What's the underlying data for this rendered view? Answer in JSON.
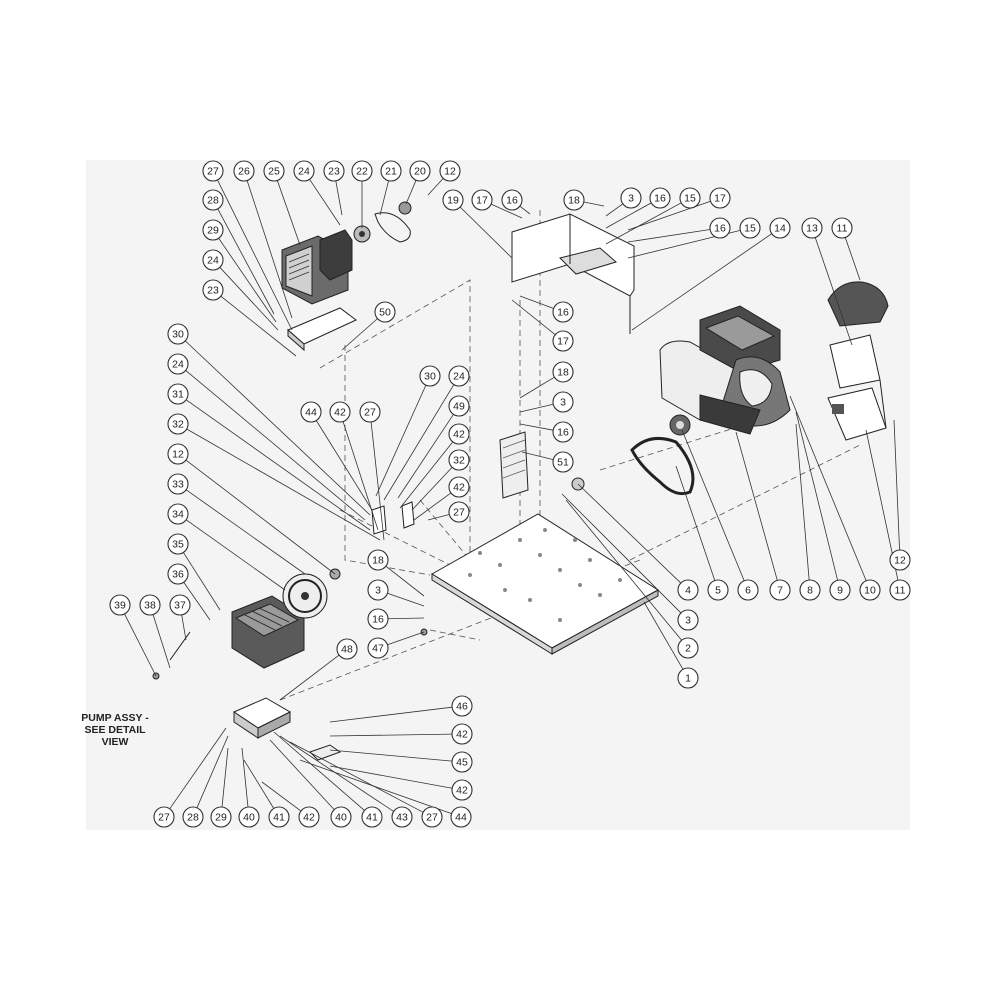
{
  "diagram": {
    "note_lines": [
      "PUMP ASSY -",
      "SEE DETAIL",
      "VIEW"
    ],
    "callouts": [
      {
        "id": "c-27-top",
        "label": "27"
      },
      {
        "id": "c-26",
        "label": "26"
      },
      {
        "id": "c-25",
        "label": "25"
      },
      {
        "id": "c-24-top",
        "label": "24"
      },
      {
        "id": "c-23-top",
        "label": "23"
      },
      {
        "id": "c-22",
        "label": "22"
      },
      {
        "id": "c-21",
        "label": "21"
      },
      {
        "id": "c-20",
        "label": "20"
      },
      {
        "id": "c-12-top",
        "label": "12"
      },
      {
        "id": "c-28-top",
        "label": "28"
      },
      {
        "id": "c-29-top",
        "label": "29"
      },
      {
        "id": "c-24-left",
        "label": "24"
      },
      {
        "id": "c-23-left",
        "label": "23"
      },
      {
        "id": "c-50",
        "label": "50"
      },
      {
        "id": "c-19",
        "label": "19"
      },
      {
        "id": "c-17-a",
        "label": "17"
      },
      {
        "id": "c-16-a",
        "label": "16"
      },
      {
        "id": "c-18-a",
        "label": "18"
      },
      {
        "id": "c-3-a",
        "label": "3"
      },
      {
        "id": "c-16-b",
        "label": "16"
      },
      {
        "id": "c-15-a",
        "label": "15"
      },
      {
        "id": "c-17-b",
        "label": "17"
      },
      {
        "id": "c-16-c",
        "label": "16"
      },
      {
        "id": "c-15-b",
        "label": "15"
      },
      {
        "id": "c-14",
        "label": "14"
      },
      {
        "id": "c-13",
        "label": "13"
      },
      {
        "id": "c-11-top",
        "label": "11"
      },
      {
        "id": "c-16-d",
        "label": "16"
      },
      {
        "id": "c-17-c",
        "label": "17"
      },
      {
        "id": "c-30-a",
        "label": "30"
      },
      {
        "id": "c-24-b",
        "label": "24"
      },
      {
        "id": "c-31",
        "label": "31"
      },
      {
        "id": "c-32-a",
        "label": "32"
      },
      {
        "id": "c-12-mid",
        "label": "12"
      },
      {
        "id": "c-33",
        "label": "33"
      },
      {
        "id": "c-34",
        "label": "34"
      },
      {
        "id": "c-35",
        "label": "35"
      },
      {
        "id": "c-36",
        "label": "36"
      },
      {
        "id": "c-39",
        "label": "39"
      },
      {
        "id": "c-38",
        "label": "38"
      },
      {
        "id": "c-37",
        "label": "37"
      },
      {
        "id": "c-44-a",
        "label": "44"
      },
      {
        "id": "c-42-a",
        "label": "42"
      },
      {
        "id": "c-27-mid",
        "label": "27"
      },
      {
        "id": "c-30-b",
        "label": "30"
      },
      {
        "id": "c-24-c",
        "label": "24"
      },
      {
        "id": "c-49",
        "label": "49"
      },
      {
        "id": "c-42-b",
        "label": "42"
      },
      {
        "id": "c-32-b",
        "label": "32"
      },
      {
        "id": "c-42-c",
        "label": "42"
      },
      {
        "id": "c-27-c",
        "label": "27"
      },
      {
        "id": "c-18-b",
        "label": "18"
      },
      {
        "id": "c-3-b",
        "label": "3"
      },
      {
        "id": "c-16-e",
        "label": "16"
      },
      {
        "id": "c-51",
        "label": "51"
      },
      {
        "id": "c-18-c",
        "label": "18"
      },
      {
        "id": "c-3-c",
        "label": "3"
      },
      {
        "id": "c-16-f",
        "label": "16"
      },
      {
        "id": "c-47",
        "label": "47"
      },
      {
        "id": "c-48",
        "label": "48"
      },
      {
        "id": "c-12-right",
        "label": "12"
      },
      {
        "id": "c-4",
        "label": "4"
      },
      {
        "id": "c-5",
        "label": "5"
      },
      {
        "id": "c-6",
        "label": "6"
      },
      {
        "id": "c-7",
        "label": "7"
      },
      {
        "id": "c-8",
        "label": "8"
      },
      {
        "id": "c-9",
        "label": "9"
      },
      {
        "id": "c-10",
        "label": "10"
      },
      {
        "id": "c-11-bottom",
        "label": "11"
      },
      {
        "id": "c-3-d",
        "label": "3"
      },
      {
        "id": "c-2",
        "label": "2"
      },
      {
        "id": "c-1",
        "label": "1"
      },
      {
        "id": "c-46",
        "label": "46"
      },
      {
        "id": "c-42-d",
        "label": "42"
      },
      {
        "id": "c-45",
        "label": "45"
      },
      {
        "id": "c-42-e",
        "label": "42"
      },
      {
        "id": "c-27-bl",
        "label": "27"
      },
      {
        "id": "c-28-bl",
        "label": "28"
      },
      {
        "id": "c-29-bl",
        "label": "29"
      },
      {
        "id": "c-40-a",
        "label": "40"
      },
      {
        "id": "c-41-a",
        "label": "41"
      },
      {
        "id": "c-42-f",
        "label": "42"
      },
      {
        "id": "c-40-b",
        "label": "40"
      },
      {
        "id": "c-41-b",
        "label": "41"
      },
      {
        "id": "c-43",
        "label": "43"
      },
      {
        "id": "c-27-br",
        "label": "27"
      },
      {
        "id": "c-44-b",
        "label": "44"
      }
    ]
  }
}
